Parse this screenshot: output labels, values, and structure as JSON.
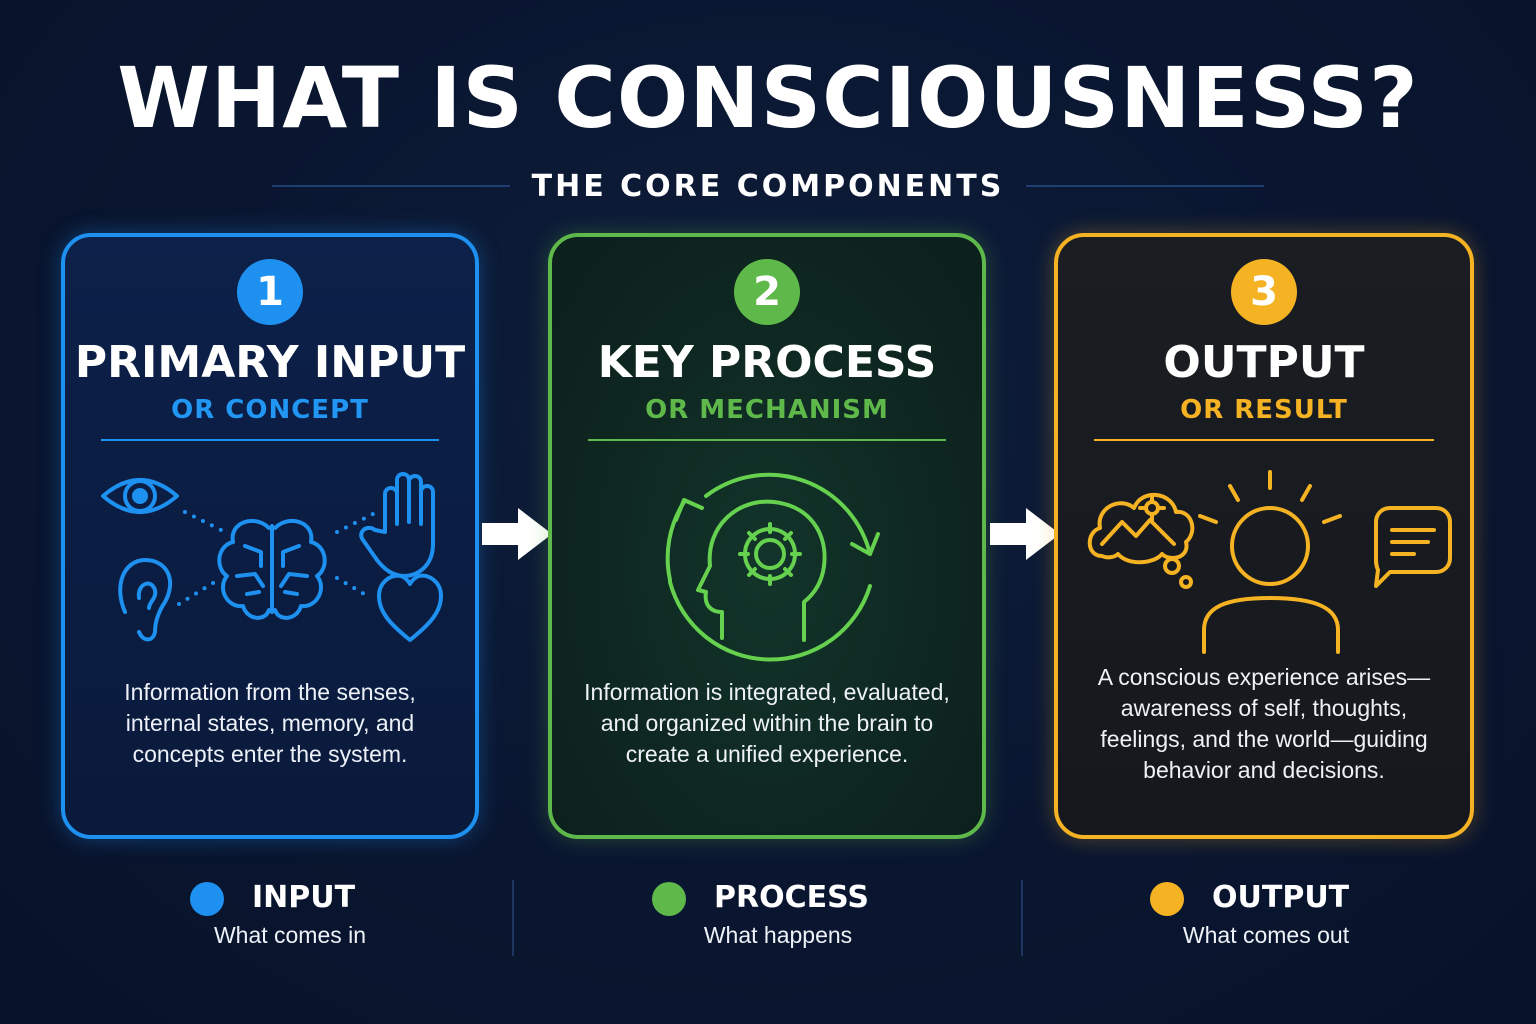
{
  "header": {
    "title": "WHAT IS CONSCIOUSNESS?",
    "subtitle": "THE CORE COMPONENTS"
  },
  "cards": [
    {
      "number": "1",
      "title": "PRIMARY INPUT",
      "subtitle": "OR CONCEPT",
      "description": "Information from the senses, internal states, memory, and concepts enter the system.",
      "color": "#1e90f0",
      "icons": [
        "eye-icon",
        "ear-icon",
        "brain-icon",
        "hand-icon",
        "heart-icon"
      ]
    },
    {
      "number": "2",
      "title": "KEY PROCESS",
      "subtitle": "OR MECHANISM",
      "description": "Information is integrated, evaluated, and organized within the brain to create a unified experience.",
      "color": "#5fb84a",
      "icons": [
        "head-gear-icon",
        "cycle-arrows-icon"
      ]
    },
    {
      "number": "3",
      "title": "OUTPUT",
      "subtitle": "OR RESULT",
      "description": "A conscious experience arises—awareness of self, thoughts, feelings, and the world—guiding behavior and decisions.",
      "color": "#f5b324",
      "icons": [
        "thought-bubble-icon",
        "person-icon",
        "speech-bubble-icon"
      ]
    }
  ],
  "legend": [
    {
      "label": "INPUT",
      "description": "What comes in",
      "color": "#1e90f0"
    },
    {
      "label": "PROCESS",
      "description": "What happens",
      "color": "#5fb84a"
    },
    {
      "label": "OUTPUT",
      "description": "What comes out",
      "color": "#f5b324"
    }
  ]
}
